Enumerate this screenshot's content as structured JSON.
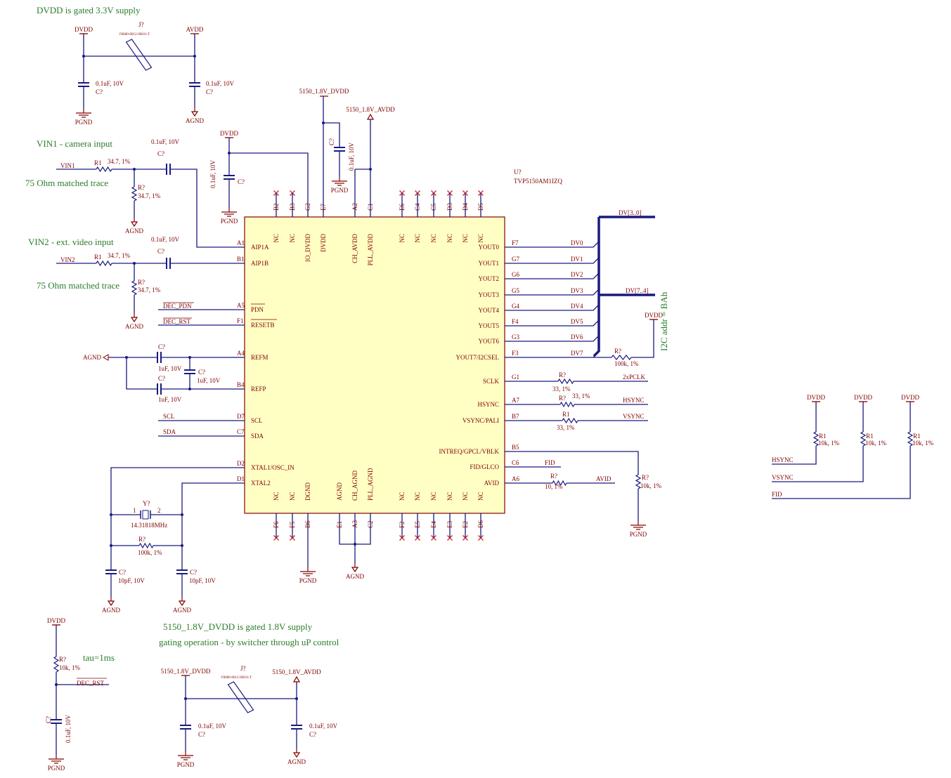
{
  "notes": {
    "dvdd_gated": "DVDD is gated 3.3V supply",
    "vin1": "VIN1 - camera input",
    "vin1_trace": "75 Ohm matched trace",
    "vin2": "VIN2 - ext. video input",
    "vin2_trace": "75 Ohm matched trace",
    "tau": "tau=1ms",
    "gated18": "5150_1.8V_DVDD is gated 1.8V supply",
    "gating_op": "gating operation - by switcher through uP control",
    "i2c": "I2C addr = BAh"
  },
  "ic": {
    "refdes": "U?",
    "part": "TVP5150AM1IZQ",
    "left_pins": [
      {
        "num": "A1",
        "name": "AIP1A"
      },
      {
        "num": "B1",
        "name": "AIP1B"
      },
      {
        "num": "A5",
        "name": "PDN"
      },
      {
        "num": "F1",
        "name": "RESETB"
      },
      {
        "num": "A4",
        "name": "REFM"
      },
      {
        "num": "B4",
        "name": "REFP"
      },
      {
        "num": "D7",
        "name": "SCL"
      },
      {
        "num": "C7",
        "name": "SDA"
      },
      {
        "num": "D2",
        "name": "XTAL1/OSC_IN"
      },
      {
        "num": "D1",
        "name": "XTAL2"
      }
    ],
    "right_pins": [
      {
        "num": "F7",
        "name": "YOUT0",
        "net": "DV0"
      },
      {
        "num": "G7",
        "name": "YOUT1",
        "net": "DV1"
      },
      {
        "num": "G6",
        "name": "YOUT2",
        "net": "DV2"
      },
      {
        "num": "G5",
        "name": "YOUT3",
        "net": "DV3"
      },
      {
        "num": "G4",
        "name": "YOUT4",
        "net": "DV4"
      },
      {
        "num": "F4",
        "name": "YOUT5",
        "net": "DV5"
      },
      {
        "num": "G3",
        "name": "YOUT6",
        "net": "DV6"
      },
      {
        "num": "F3",
        "name": "YOUT7/I2CSEL",
        "net": "DV7"
      },
      {
        "num": "G1",
        "name": "SCLK",
        "net": "2xPCLK"
      },
      {
        "num": "A7",
        "name": "HSYNC",
        "net": "HSYNC"
      },
      {
        "num": "B7",
        "name": "VSYNC/PALI",
        "net": "VSYNC"
      },
      {
        "num": "B5",
        "name": "INTREQ/GPCL/VBLK",
        "net": ""
      },
      {
        "num": "C6",
        "name": "FID/GLCO",
        "net": "FID"
      },
      {
        "num": "A6",
        "name": "AVID",
        "net": "AVID"
      }
    ],
    "top_pins": [
      {
        "num": "B2",
        "name": "NC"
      },
      {
        "num": "B3",
        "name": "NC"
      },
      {
        "num": "G2",
        "name": "IO_DVDD"
      },
      {
        "num": "E7",
        "name": "DVDD"
      },
      {
        "num": "A2",
        "name": "CH_AVDD"
      },
      {
        "num": "C1",
        "name": "PLL_AVDD"
      },
      {
        "num": "E6",
        "name": "NC"
      },
      {
        "num": "C4",
        "name": "NC"
      },
      {
        "num": "C5",
        "name": "NC"
      },
      {
        "num": "D3",
        "name": "NC"
      },
      {
        "num": "D4",
        "name": "NC"
      },
      {
        "num": "D5",
        "name": "NC"
      }
    ],
    "bottom_pins": [
      {
        "num": "F6",
        "name": "NC"
      },
      {
        "num": "F5",
        "name": "NC"
      },
      {
        "num": "B6",
        "name": "DGND"
      },
      {
        "num": "E1",
        "name": "AGND"
      },
      {
        "num": "A3",
        "name": "CH_AGND"
      },
      {
        "num": "C2",
        "name": "PLL_AGND"
      },
      {
        "num": "F2",
        "name": "NC"
      },
      {
        "num": "E5",
        "name": "NC"
      },
      {
        "num": "E4",
        "name": "NC"
      },
      {
        "num": "E3",
        "name": "NC"
      },
      {
        "num": "E2",
        "name": "NC"
      },
      {
        "num": "D6",
        "name": "NC"
      }
    ]
  },
  "nets": {
    "dvdd": "DVDD",
    "avdd": "AVDD",
    "pgnd": "PGND",
    "agnd": "AGND",
    "dvdd18": "5150_1.8V_DVDD",
    "avdd18": "5150_1.8V_AVDD",
    "vin1": "VIN1",
    "vin2": "VIN2",
    "dec_pdn": "DEC_PDN",
    "dec_rst": "DEC_RST",
    "scl": "SCL",
    "sda": "SDA",
    "bus_lo": "DV[3..0]",
    "bus_hi": "DV[7..4]",
    "hsync": "HSYNC",
    "vsync": "VSYNC",
    "fid": "FID"
  },
  "parts": {
    "j_ref": "J?",
    "j_part": "F0800-0012-96031-T",
    "cap": "C?",
    "res": "R?",
    "res1": "R1",
    "xtal_ref": "Y?",
    "xtal_val": "14.31818MHz",
    "xtal_p1": "1",
    "xtal_p2": "2",
    "v_01uf_10v": "0.1uF, 10V",
    "v_1uf_10v": "1uF, 10V",
    "v_10pf_10v": "10pF, 10V",
    "v_34_7": "34.7, 1%",
    "v_33": "33, 1%",
    "v_100k": "100k, 1%",
    "v_10k": "10k, 1%",
    "v_10_1": "10, 1%"
  }
}
